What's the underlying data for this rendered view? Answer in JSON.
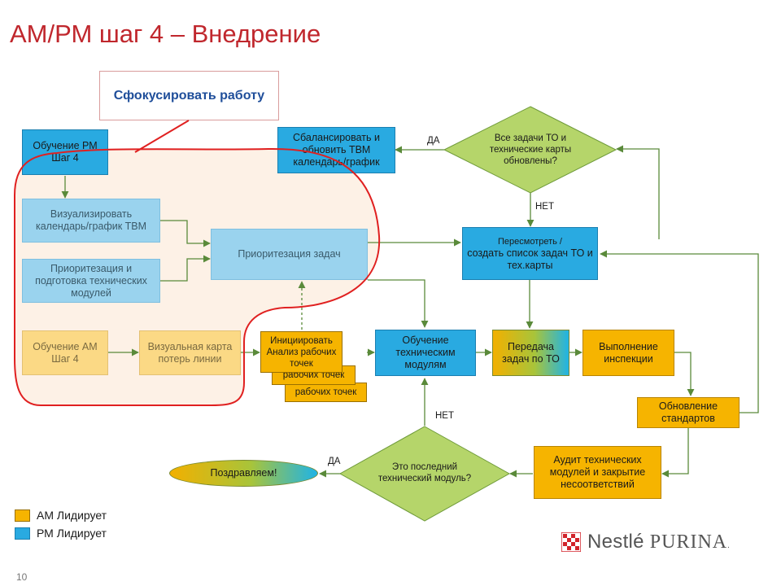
{
  "page": {
    "title": "АМ/РМ шаг 4 – Внедрение",
    "page_number": "10"
  },
  "callout": {
    "text": "Сфокусировать работу"
  },
  "boxes": {
    "pm_training": "Обучение РМ Шаг 4",
    "visualize_calendar": "Визуализировать календарь/график ТВМ",
    "prioritize_modules": "Приоритезация и подготовка технических модулей",
    "task_prioritization": "Приоритезация задач",
    "am_training": "Обучение АМ Шаг 4",
    "visual_loss_map": "Визуальная карта потерь линии",
    "initiate_analysis": "Инициировать Анализ рабочих точек",
    "work_points_2": "рабочих точек",
    "work_points_3": "рабочих точек",
    "tech_module_training": "Обучение техническим модулям",
    "transfer_tasks": "Передача задач по ТО",
    "inspection": "Выполнение инспекции",
    "balance_tbm": "Сбалансировать и обновить ТВМ календарь/график",
    "review_tasks_line1": "Пересмотреть /",
    "review_tasks_rest": "создать список задач ТО и тех.карты",
    "update_standards": "Обновление стандартов",
    "audit_modules": "Аудит технических модулей и закрытие несоответствий",
    "congrats": "Поздравляем!"
  },
  "decisions": {
    "all_tasks_updated": "Все задачи ТО и технические карты обновлены?",
    "last_module": "Это последний технический модуль?"
  },
  "edge_labels": {
    "yes_top": "ДА",
    "no_top": "НЕТ",
    "yes_bottom": "ДА",
    "no_bottom": "НЕТ"
  },
  "legend": [
    {
      "label": "АМ Лидирует",
      "color": "#f6b400"
    },
    {
      "label": "РМ Лидирует",
      "color": "#29aae1"
    }
  ],
  "logo": {
    "nestle": "Nestlé",
    "purina": "PURINA",
    "mark": "."
  },
  "colors": {
    "title": "#c0272d",
    "focus_outline": "#e02020",
    "arrow": "#5a8a3a",
    "diamond_fill": "#b5d56a",
    "highlight_bg": "#fdf2e8"
  }
}
